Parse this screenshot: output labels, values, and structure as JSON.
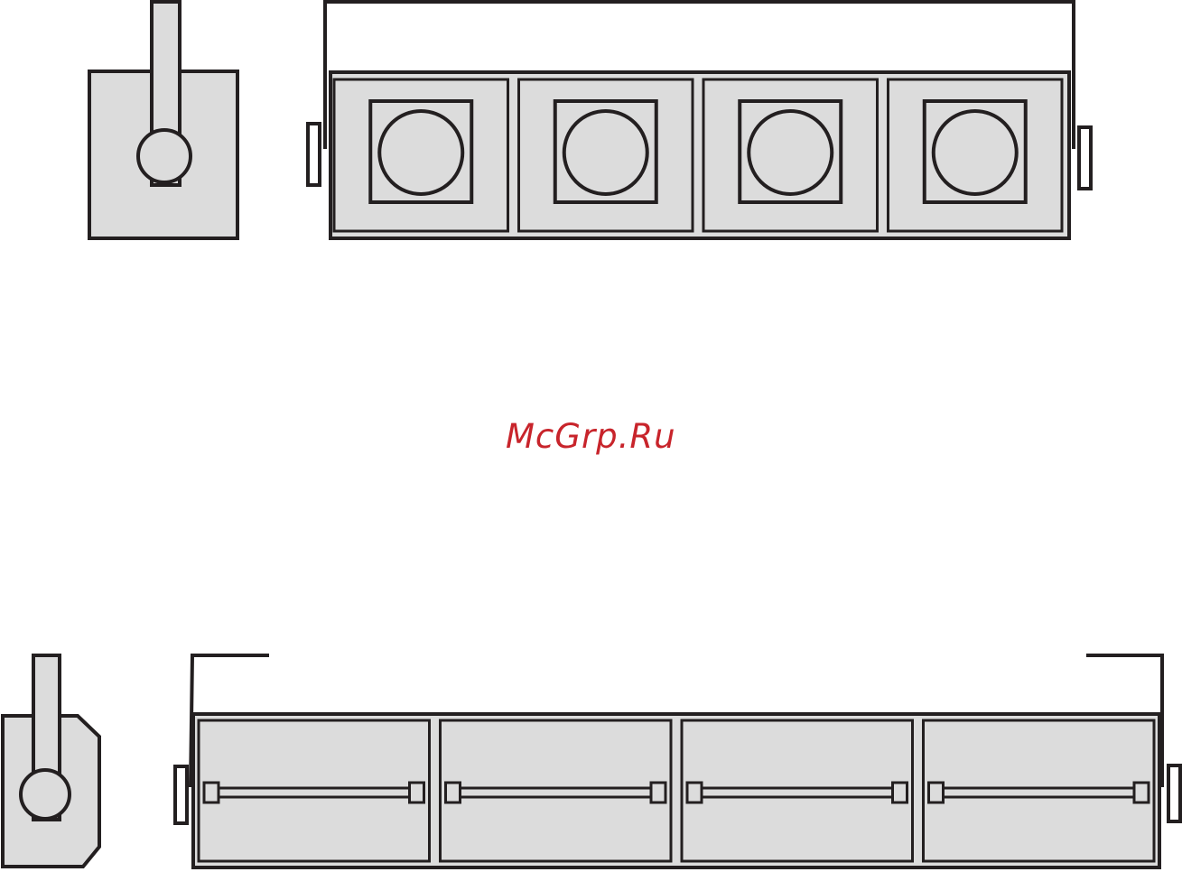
{
  "watermark": {
    "text": "McGrp.Ru"
  },
  "colors": {
    "stroke": "#231f20",
    "fill": "#dcdcdc",
    "watermark": "#c8242b"
  },
  "top_view": {
    "module_count": 4
  },
  "bottom_view": {
    "module_count": 4
  }
}
